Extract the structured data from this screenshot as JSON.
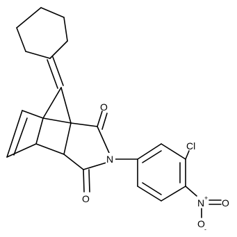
{
  "atoms": {
    "carbonyl_oxygen_top": "O",
    "carbonyl_oxygen_bottom": "O",
    "imide_nitrogen": "N",
    "chlorine": "Cl",
    "nitro_nitrogen": "N",
    "nitro_nitrogen_charge": "+",
    "nitro_oxygen_right": "O",
    "nitro_oxygen_bottom": "O",
    "nitro_oxygen_bottom_charge": "-"
  }
}
